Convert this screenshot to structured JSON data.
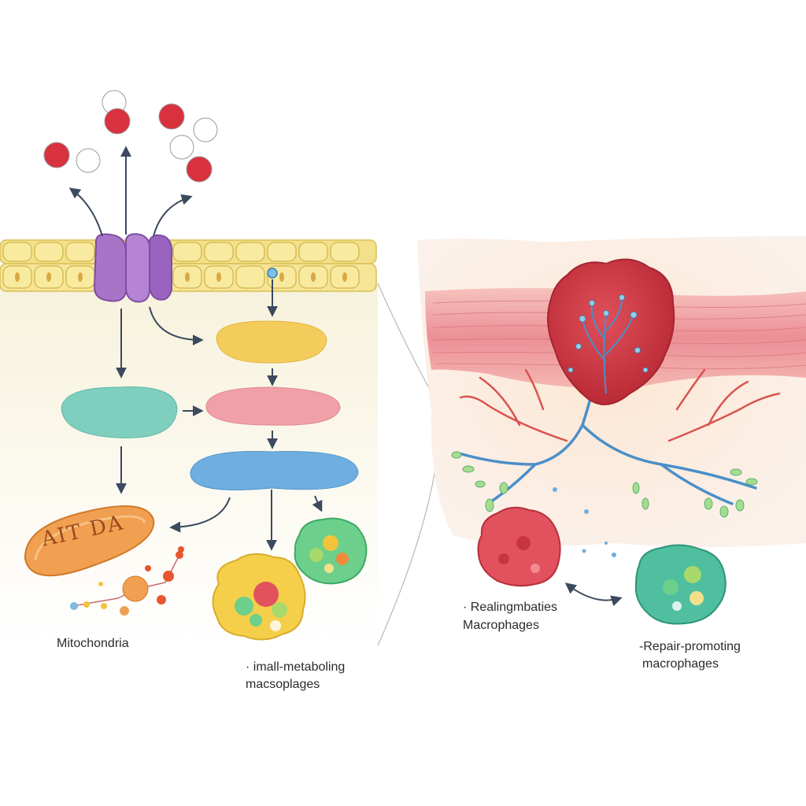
{
  "mitochondrion": {
    "inscription": "AIT DA"
  },
  "labels": {
    "mitochondria": "Mitochondria",
    "left_macrophages_line1": "· imall-metaboling",
    "left_macrophages_line2": "macsoplages",
    "right_macrophages_line1": "· Realingmbaties",
    "right_macrophages_line2": "Macrophages",
    "repair_line1": "-Repair-promoting",
    "repair_line2": "macrophages"
  },
  "colors": {
    "membrane": "#f3e08a",
    "channel": "#a774c7",
    "arrow": "#3b4a5e",
    "oval_yellow": "#f4cc5c",
    "oval_teal": "#7fcfbf",
    "oval_pink": "#f2a0a8",
    "oval_blue": "#6eaee0",
    "mitochondrion": "#f0a050",
    "tissue_muscle": "#ef9aa0",
    "tissue_fat": "#fbe1cf",
    "vessel_red": "#d9534f",
    "vessel_blue": "#4a8fc9",
    "macrophage_yellow": "#f5cf4a",
    "macrophage_green": "#6ccf8c",
    "macrophage_red": "#e2525e",
    "macrophage_teal": "#4fbfa0"
  }
}
